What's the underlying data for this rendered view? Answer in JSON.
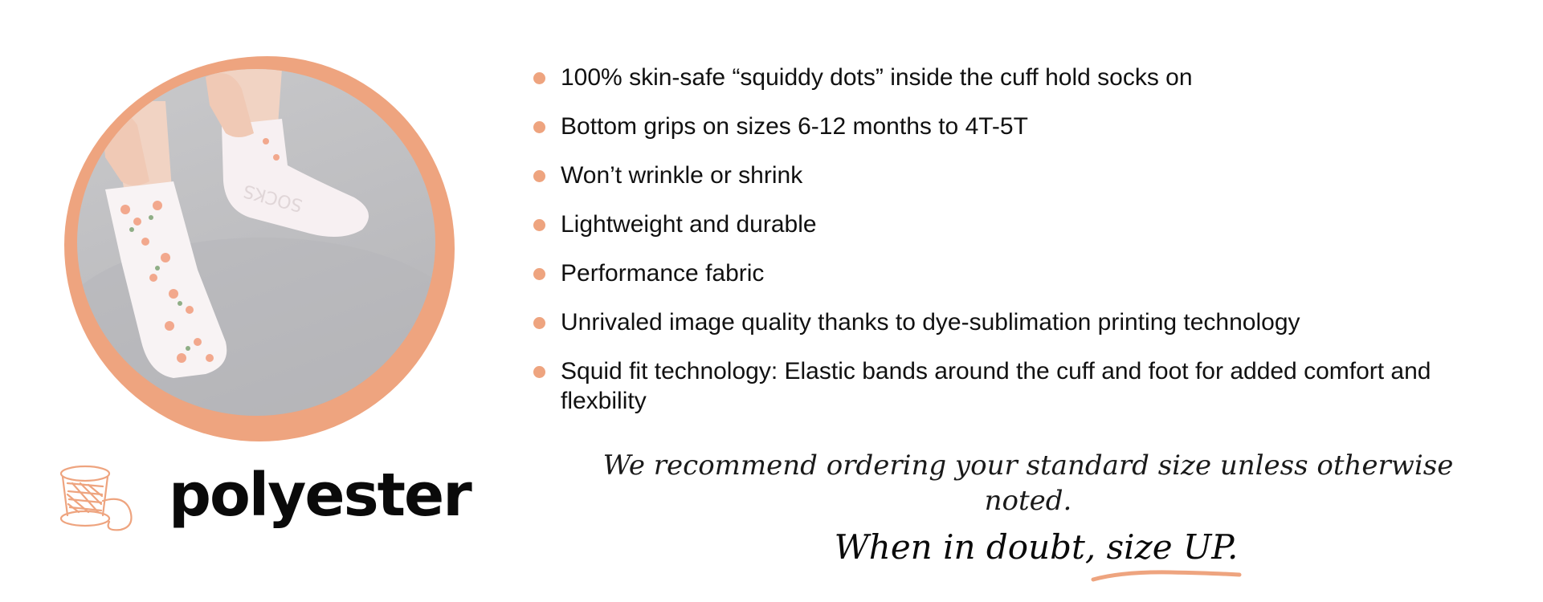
{
  "colors": {
    "accent": "#eea47f",
    "text": "#111111"
  },
  "photo": {
    "sock_print_text": "SOCKS",
    "icon": "sock-photo"
  },
  "material": {
    "icon": "thread-spool-icon",
    "label": "polyester"
  },
  "features": [
    "100% skin-safe “squiddy dots” inside the cuff hold socks on",
    "Bottom grips on sizes 6-12 months to 4T-5T",
    "Won’t wrinkle or shrink",
    "Lightweight and durable",
    "Performance fabric",
    "Unrivaled image quality thanks to dye-sublimation printing technology",
    "Squid fit technology: Elastic bands around the cuff and foot for added comfort and flexbility"
  ],
  "note": {
    "recommendation": "We recommend ordering your standard size unless otherwise noted.",
    "advice": "When in doubt, size UP."
  }
}
